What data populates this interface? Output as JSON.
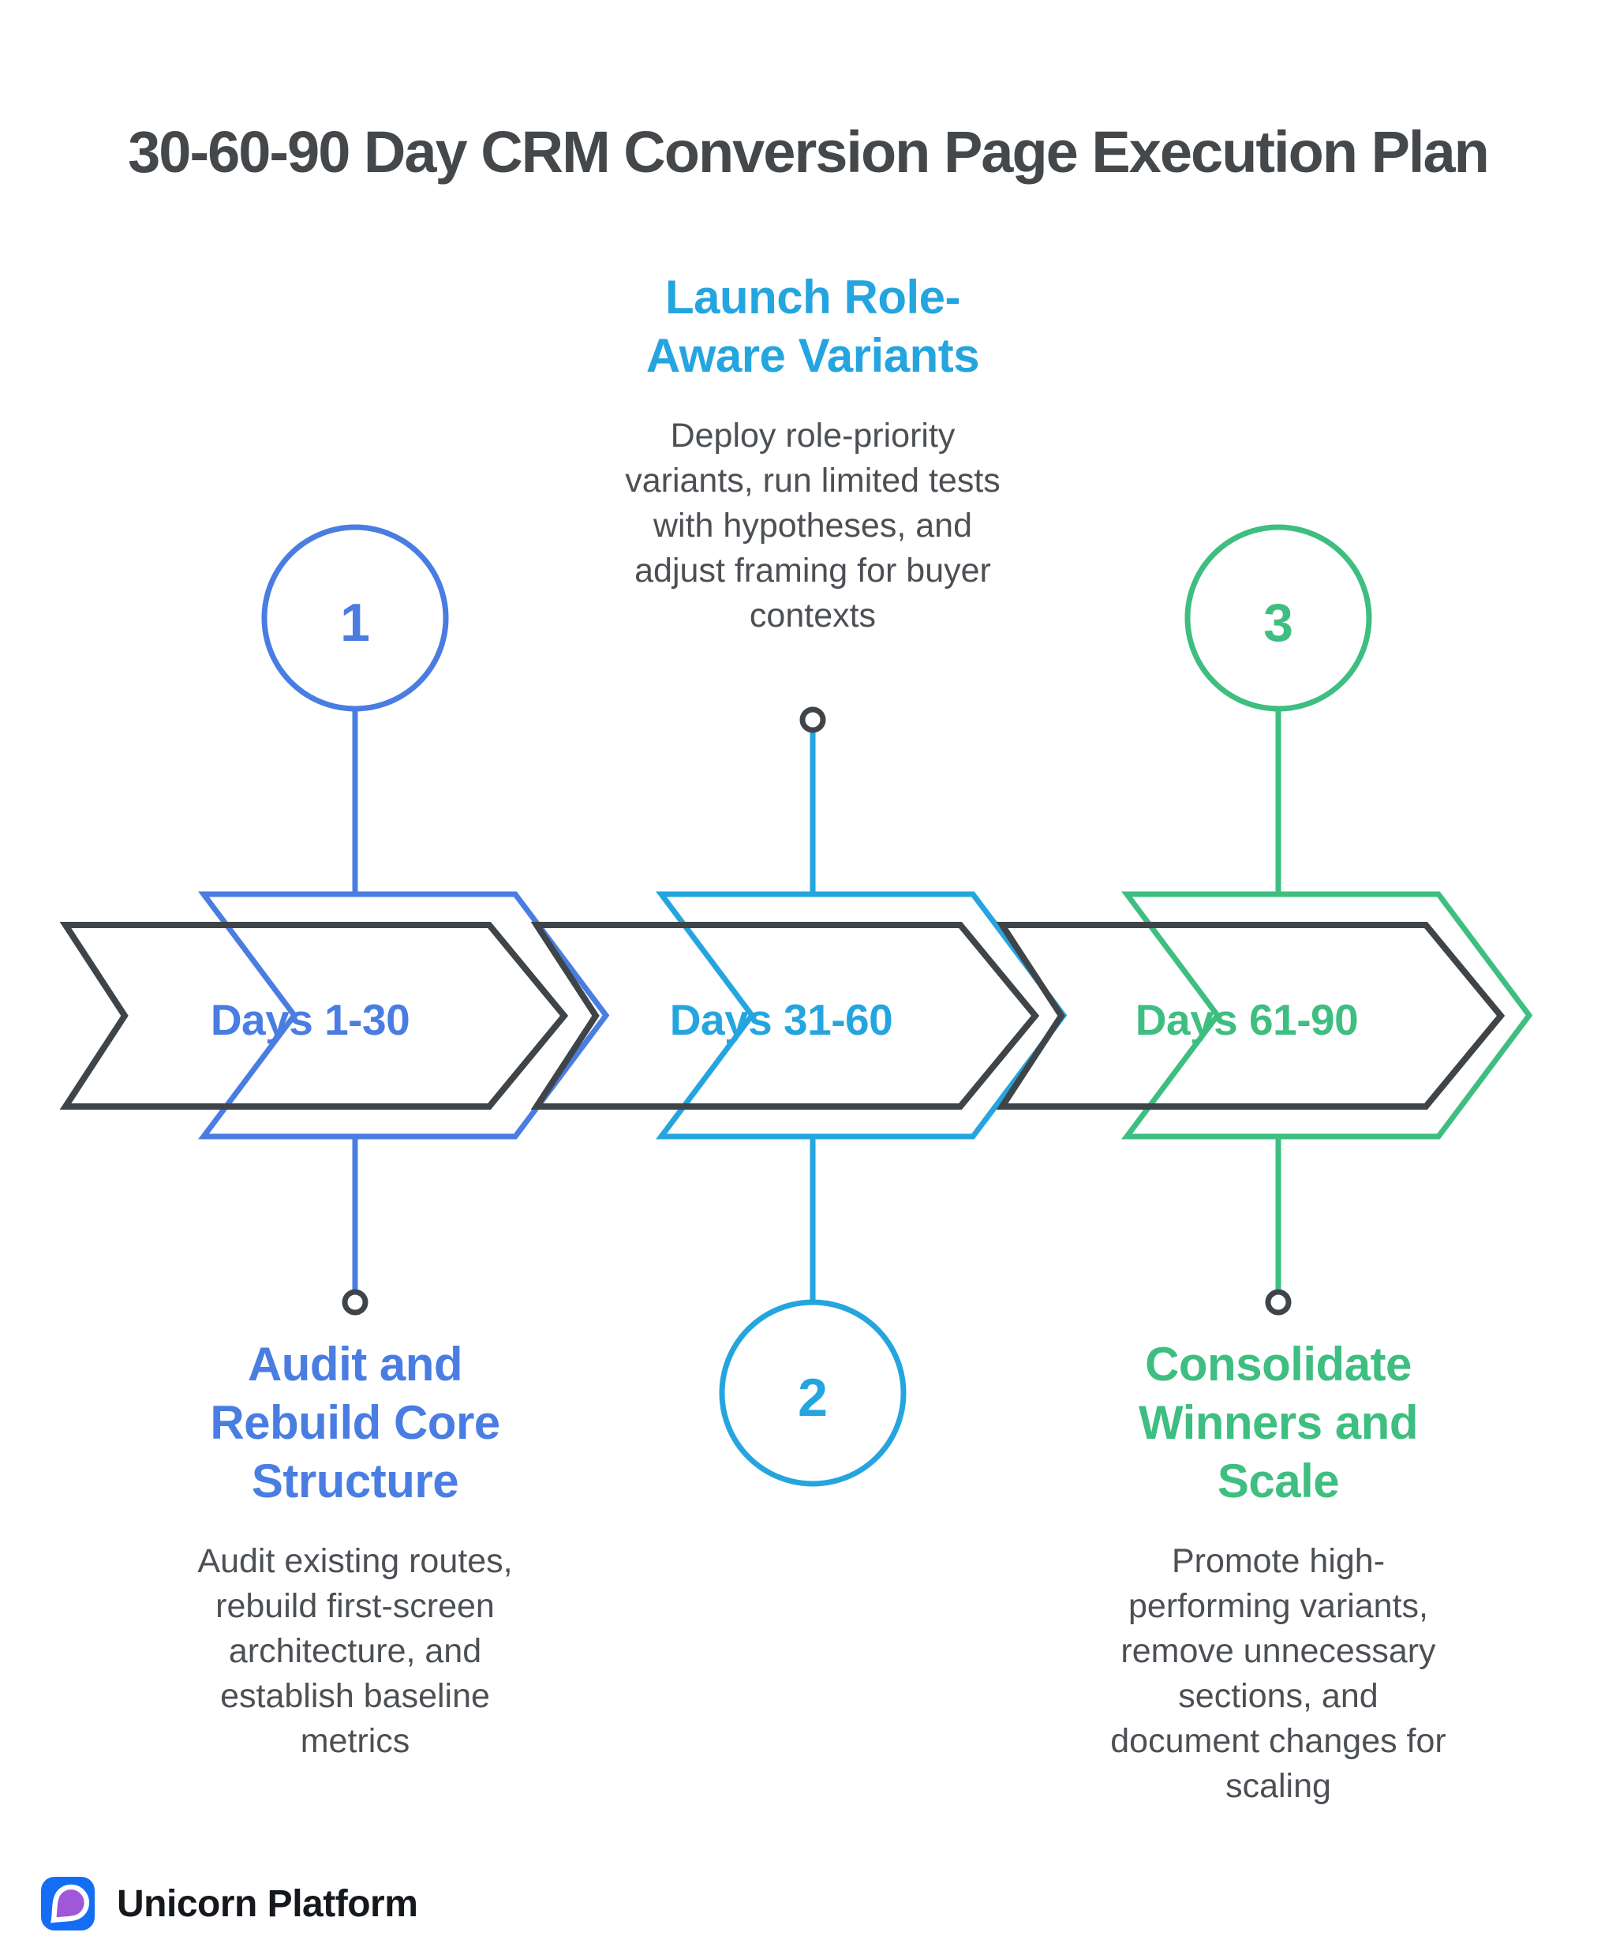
{
  "title": "30-60-90 Day CRM Conversion Page Execution Plan",
  "colors": {
    "blue": "#4A7DE2",
    "cyan": "#25A5DF",
    "green": "#3EBE80",
    "dark_outline": "#3F4448",
    "title_text": "#45484B",
    "body_text": "#4C5054",
    "logo_blue": "#146EF5",
    "logo_purple": "#A158D8",
    "logo_text": "#15181C"
  },
  "phases": [
    {
      "number": "1",
      "label": "Days 1-30",
      "heading": "Audit and Rebuild Core Structure",
      "description": "Audit existing routes, rebuild first-screen architecture, and establish baseline metrics"
    },
    {
      "number": "2",
      "label": "Days 31-60",
      "heading": "Launch Role-Aware Variants",
      "description": "Deploy role-priority variants, run limited tests with hypotheses, and adjust framing for buyer contexts"
    },
    {
      "number": "3",
      "label": "Days 61-90",
      "heading": "Consolidate Winners and Scale",
      "description": "Promote high-performing variants, remove unnecessary sections, and document changes for scaling"
    }
  ],
  "footer": {
    "brand": "Unicorn Platform"
  }
}
